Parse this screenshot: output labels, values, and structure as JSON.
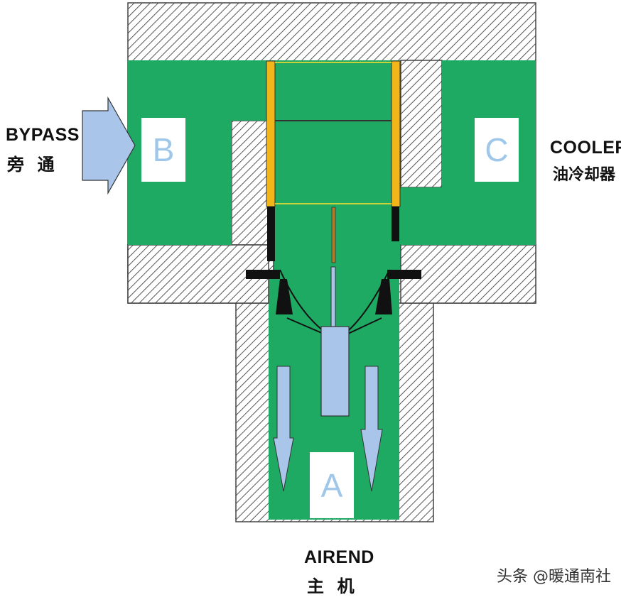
{
  "labels": {
    "bypass_en": "BYPASS",
    "bypass_cn": "旁 通",
    "cooler_en": "COOLER",
    "cooler_cn": "油冷却器",
    "airend_en": "AIREND",
    "airend_cn": "主 机"
  },
  "ports": {
    "b": "B",
    "c": "C",
    "a": "A"
  },
  "watermark": "头条 @暖通南社",
  "colors": {
    "fluid": "#1faa63",
    "housing_fill": "#ffffff",
    "hatch_line": "#555555",
    "outline": "#444444",
    "arrow_fill": "#a9c6ea",
    "piston_edge": "#f2b619",
    "seal": "#111111",
    "port_letter": "#9fc7ea"
  },
  "icons": {
    "inlet_arrow": "arrow-right-icon",
    "flow_arrows": "arrow-down-icon"
  }
}
